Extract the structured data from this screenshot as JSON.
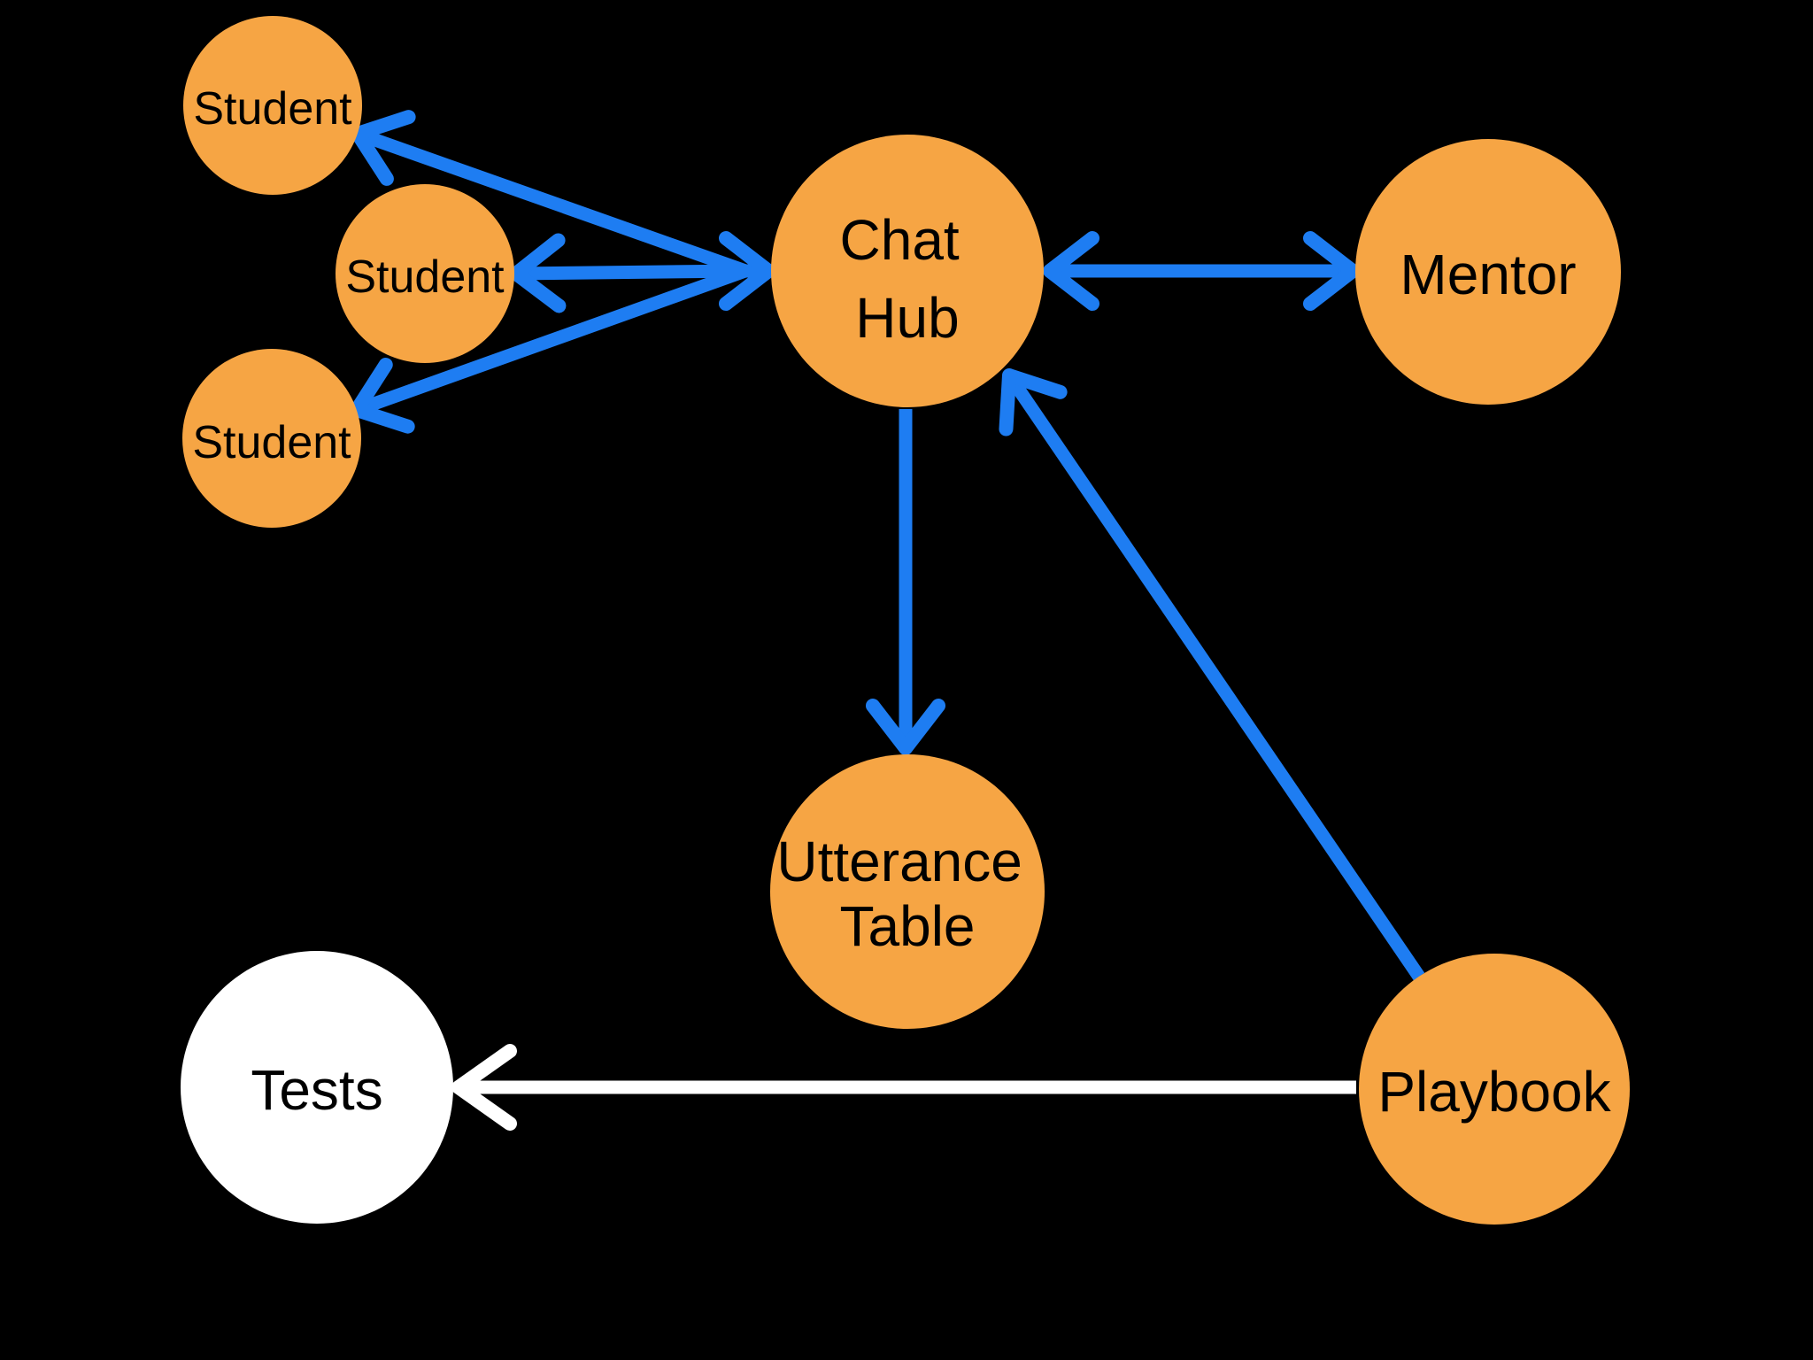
{
  "diagram": {
    "description": "Chat system architecture diagram on black background",
    "colors": {
      "background": "#000000",
      "node_fill": "#F6A544",
      "tests_fill": "#FFFFFF",
      "edge_blue": "#1E7DF2",
      "edge_white": "#FFFFFF",
      "text": "#000000"
    },
    "nodes": {
      "student1": {
        "label": "Student"
      },
      "student2": {
        "label": "Student"
      },
      "student3": {
        "label": "Student"
      },
      "chat_hub": {
        "lines": [
          "Chat",
          "Hub"
        ]
      },
      "mentor": {
        "label": "Mentor"
      },
      "utterance_table": {
        "lines": [
          "Utterance",
          "Table"
        ]
      },
      "tests": {
        "label": "Tests"
      },
      "playbook": {
        "label": "Playbook"
      }
    },
    "edges": [
      {
        "from": "chat_hub",
        "to": "student1",
        "color": "blue",
        "arrow": "both"
      },
      {
        "from": "chat_hub",
        "to": "student2",
        "color": "blue",
        "arrow": "both"
      },
      {
        "from": "chat_hub",
        "to": "student3",
        "color": "blue",
        "arrow": "both"
      },
      {
        "from": "chat_hub",
        "to": "mentor",
        "color": "blue",
        "arrow": "both"
      },
      {
        "from": "chat_hub",
        "to": "utterance_table",
        "color": "blue",
        "arrow": "to"
      },
      {
        "from": "playbook",
        "to": "chat_hub",
        "color": "blue",
        "arrow": "to"
      },
      {
        "from": "playbook",
        "to": "tests",
        "color": "white",
        "arrow": "to"
      }
    ]
  }
}
